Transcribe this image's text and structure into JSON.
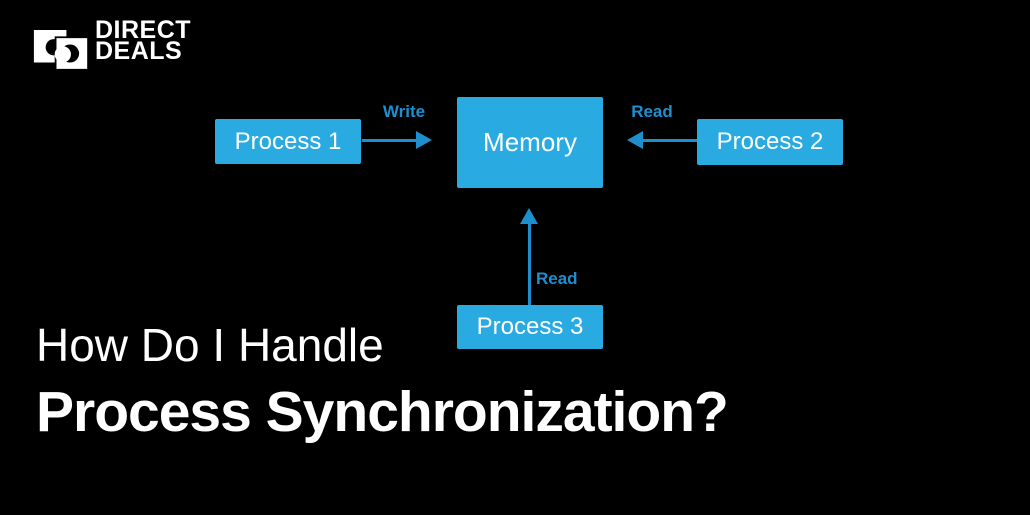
{
  "colors": {
    "background": "#000000",
    "box_blue": "#29abe2",
    "arrow_blue": "#1e8fce",
    "text_white": "#ffffff"
  },
  "logo": {
    "line1": "DIRECT",
    "line2": "DEALS"
  },
  "diagram": {
    "boxes": [
      {
        "id": "process-1",
        "label": "Process 1"
      },
      {
        "id": "memory",
        "label": "Memory"
      },
      {
        "id": "process-2",
        "label": "Process 2"
      },
      {
        "id": "process-3",
        "label": "Process 3"
      }
    ],
    "arrows": [
      {
        "id": "write-arrow",
        "label": "Write",
        "from": "Process 1",
        "to": "Memory",
        "direction": "right"
      },
      {
        "id": "read-arrow-p2",
        "label": "Read",
        "from": "Process 2",
        "to": "Memory",
        "direction": "left"
      },
      {
        "id": "read-arrow-p3",
        "label": "Read",
        "from": "Process 3",
        "to": "Memory",
        "direction": "up"
      }
    ]
  },
  "heading": {
    "line1": "How Do I Handle",
    "line2": "Process Synchronization?"
  }
}
